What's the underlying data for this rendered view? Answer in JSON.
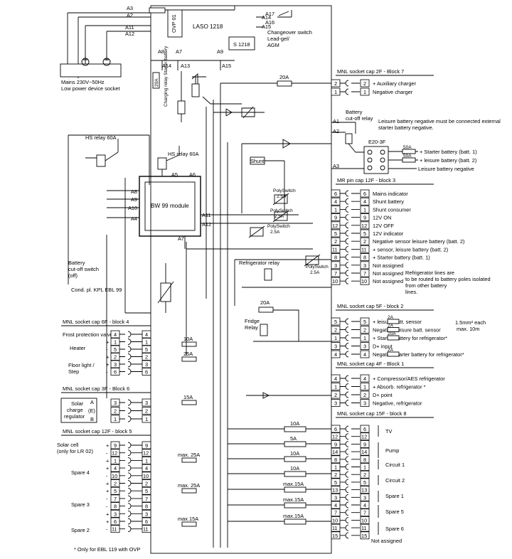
{
  "module": {
    "name": "LASO 1218",
    "ovp": "OVP 01",
    "s_unit": "S 1218",
    "bw": "BW 99 module",
    "hs_relay": "HS relay 60A",
    "hs_relay2": "HS relay 60A",
    "shunt": "Shunt",
    "fuse_20a": "20A",
    "charging_relay": "Charging relay Starter battery",
    "fuse_top": "20A",
    "cond": "Cond. pl. KPL EBL 99",
    "footnote": "* Only for EBL 119 with OVP"
  },
  "mains": {
    "label1": "Mains 230V~50Hz",
    "label2": "Low power device socket"
  },
  "changeover": {
    "l1": "Changeover switch",
    "l2": "Lead-gel/",
    "l3": "AGM"
  },
  "cutoff_left": {
    "l1": "Battery",
    "l2": "cut-off switch",
    "l3": "(off)"
  },
  "cutoff_relay": {
    "l1": "Battery",
    "l2": "cut-off relay",
    "note1": "Leisure battery negative must be connected external",
    "note2": "starter battery negative."
  },
  "block7": {
    "title": "MNL socket cap 2F - Block 7",
    "rows": [
      {
        "pin": "2",
        "label": "+ Auxiliary charger"
      },
      {
        "pin": "1",
        "label": "Negative charger"
      }
    ]
  },
  "e20": {
    "title": "E20-3F",
    "f1": "50A",
    "f2": "50A",
    "l1": "+ Starter battery (batt. 1)",
    "l2": "+ leisure battery (batt. 2)",
    "l3": "Leisure battery negative"
  },
  "block3": {
    "title": "MR pin cap 12F - block 3",
    "rows": [
      {
        "pin": "6",
        "label": "Mains indicator"
      },
      {
        "pin": "4",
        "label": "Shunt battery"
      },
      {
        "pin": "1",
        "label": "Shunt consumer"
      },
      {
        "pin": "9",
        "label": "12V ON"
      },
      {
        "pin": "12",
        "label": "12V OFF"
      },
      {
        "pin": "5",
        "label": "12V indicator"
      },
      {
        "pin": "2",
        "label": "Negative sensor leisure battery (batt. 2)"
      },
      {
        "pin": "11",
        "label": "+ sensor, leisure battery (batt. 2)"
      },
      {
        "pin": "8",
        "label": "+ Starter battery (batt. 1)"
      },
      {
        "pin": "3",
        "label": "Not assigned"
      },
      {
        "pin": "7",
        "label": "Not assigned"
      },
      {
        "pin": "10",
        "label": "Not assigned"
      }
    ],
    "polyswitch": "PolySwitch",
    "ps": "2.5A",
    "fridge_note1": "Refrigerator lines are",
    "fridge_note2": "to be routed to battery poles isolated",
    "fridge_note3": "from other battery",
    "fridge_note4": "lines."
  },
  "fridge": {
    "relay": "Refrigerator relay",
    "fridge_relay1": "Fridge",
    "fridge_relay2": "Relay",
    "fuse": "20A"
  },
  "block2": {
    "title": "MNL socket cap 5F - block 2",
    "rows": [
      {
        "pin": "5",
        "label": "+ leisure batt. sensor"
      },
      {
        "pin": "2",
        "label": "Negative, leisure batt. sensor"
      },
      {
        "pin": "1",
        "label": "+ Starter battery for refrigerator*"
      },
      {
        "pin": "3",
        "label": "D+ input"
      },
      {
        "pin": "4",
        "label": "Negative starter battery for refrigerator*"
      }
    ],
    "f1": "2A",
    "f2": "2A",
    "f3": "20A",
    "f4": "2A",
    "note1": "1.5mm² each",
    "note2": "max. 10m"
  },
  "block1": {
    "title": "MNL socket cap 4F - Block 1",
    "rows": [
      {
        "pin": "4",
        "label": "+ Compressor/AES refrigerator"
      },
      {
        "pin": "1",
        "label": "+ Absorb. refrigerator *"
      },
      {
        "pin": "2",
        "label": "D+ point"
      },
      {
        "pin": "3",
        "label": "Negative, refrigerator"
      }
    ]
  },
  "block8": {
    "title": "MNL socket cap 15F - block 8",
    "pins": [
      "6",
      "12",
      "9",
      "14",
      "8",
      "1",
      "2",
      "5",
      "13",
      "3",
      "4",
      "7",
      "10",
      "11",
      "15"
    ],
    "fuses": [
      "10A",
      "5A",
      "10A",
      "10A",
      "max.15A",
      "max.15A",
      "max.15A"
    ],
    "groups": [
      {
        "label": "TV"
      },
      {
        "label": "Pump"
      },
      {
        "label": "Circuit 1"
      },
      {
        "label": "Circuit 2"
      },
      {
        "label": "Spare 1"
      },
      {
        "label": "Spare 5"
      },
      {
        "label": "Spare 6"
      },
      {
        "label": "Not assigned"
      }
    ]
  },
  "block4": {
    "title": "MNL socket cap 6F - block 4",
    "frost": "Frost protection valve",
    "heater": "Heater",
    "floor1": "Floor light /",
    "floor2": "Step",
    "pins": [
      "4",
      "1",
      "5",
      "2",
      "3",
      "6"
    ],
    "fuses": [
      "10A",
      "25A"
    ]
  },
  "block6": {
    "title": "MNL socket cap 3F - Block 6",
    "solar1": "Solar",
    "solar2": "charge",
    "solar3": "regulator",
    "a": "A",
    "e": "(E)",
    "b": "B",
    "pins": [
      "3",
      "2",
      "1"
    ],
    "fuse": "15A"
  },
  "block5": {
    "title": "MNL socket cap 12F - block 5",
    "solar_cell1": "Solar cell",
    "solar_cell2": "(only for LR 02)",
    "spare4": "Spare 4",
    "spare3": "Spare 3",
    "spare2": "Spare 2",
    "pins": [
      "9",
      "12",
      "1",
      "4",
      "10",
      "2",
      "5",
      "7",
      "8",
      "3",
      "6",
      "11"
    ],
    "fuses": [
      "max. 25A",
      "max. 25A",
      "max.15A"
    ]
  }
}
